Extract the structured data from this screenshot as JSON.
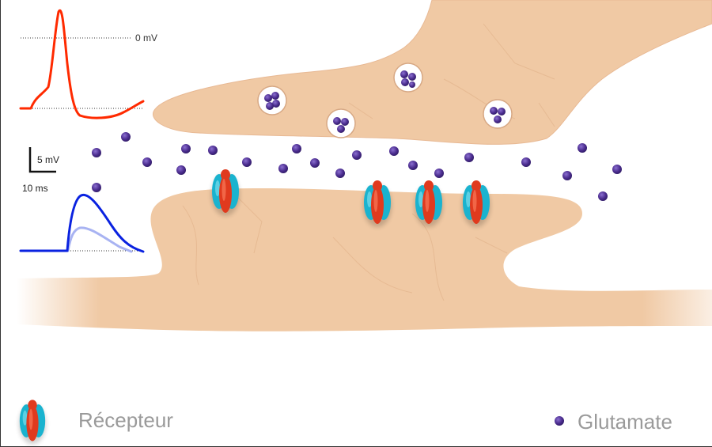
{
  "labels": {
    "zero_mv": "0 mV",
    "scale_mv": "5 mV",
    "scale_ms": "10 ms",
    "receptor": "Récepteur",
    "glutamate": "Glutamate"
  },
  "colors": {
    "tissue": "#f0c9a4",
    "tissue_edge": "#e8b994",
    "presynaptic_trace": "#ff2a00",
    "postsynaptic_trace": "#0a22e0",
    "postsynaptic_trace_faint": "#a8b3f2",
    "glutamate": "#4b2d8f",
    "receptor_body": "#e03a1e",
    "receptor_wing": "#1ab3cf",
    "legend_text": "#9a9a9a"
  },
  "icons": {
    "receptor": "receptor-icon",
    "glutamate": "glutamate-dot-icon",
    "vesicle": "vesicle-icon"
  }
}
